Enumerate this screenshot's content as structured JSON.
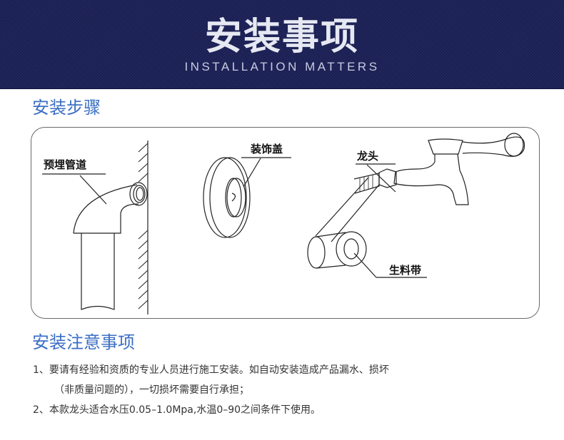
{
  "banner": {
    "title": "安装事项",
    "subtitle": "INSTALLATION MATTERS",
    "background_color": "#1c2158"
  },
  "steps_section": {
    "title": "安装步骤",
    "title_color": "#3b6fc4",
    "labels": {
      "embedded_pipe": "预埋管道",
      "decorative_cover": "装饰盖",
      "faucet": "龙头",
      "ptfe_tape": "生料带"
    }
  },
  "notes_section": {
    "title": "安装注意事项",
    "items": [
      {
        "line1": "1、要请有经验和资质的专业人员进行施工安装。如自动安装造成产品漏水、损坏",
        "line2": "（非质量问题的），一切损坏需要自行承担；"
      },
      {
        "line1": "2、本款龙头适合水压0.05–1.0Mpa,水温0–90之间条件下使用。"
      }
    ]
  }
}
